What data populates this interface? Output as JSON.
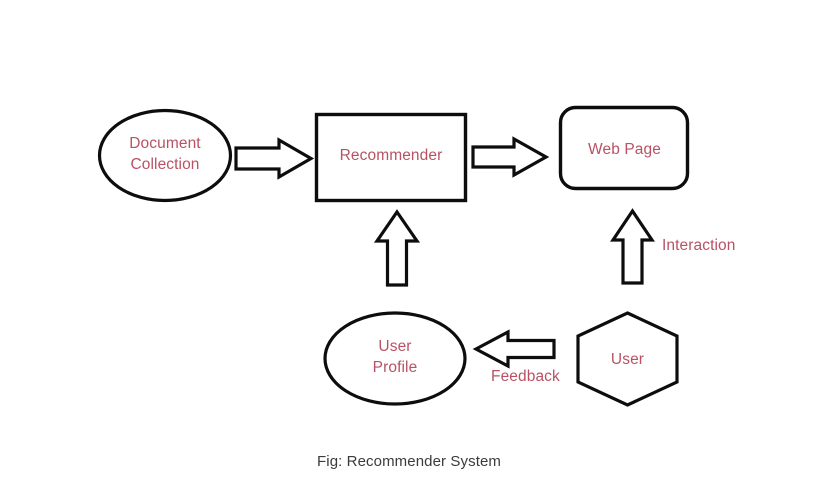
{
  "diagram": {
    "caption": "Fig: Recommender System",
    "text_color": "#b85264",
    "stroke_color": "#0d0d0d",
    "background_color": "#ffffff",
    "nodes": [
      {
        "id": "document-collection",
        "label": "Document\nCollection",
        "shape": "ellipse"
      },
      {
        "id": "recommender",
        "label": "Recommender",
        "shape": "rectangle"
      },
      {
        "id": "web-page",
        "label": "Web Page",
        "shape": "rounded-rectangle"
      },
      {
        "id": "user-profile",
        "label": "User\nProfile",
        "shape": "ellipse"
      },
      {
        "id": "user",
        "label": "User",
        "shape": "hexagon"
      }
    ],
    "edges": [
      {
        "id": "docs-to-recommender",
        "from": "document-collection",
        "to": "recommender",
        "label": "",
        "direction": "right"
      },
      {
        "id": "recommender-to-webpage",
        "from": "recommender",
        "to": "web-page",
        "label": "",
        "direction": "right"
      },
      {
        "id": "user-to-webpage",
        "from": "user",
        "to": "web-page",
        "label": "Interaction",
        "direction": "up"
      },
      {
        "id": "user-to-userprofile",
        "from": "user",
        "to": "user-profile",
        "label": "Feedback",
        "direction": "left"
      },
      {
        "id": "userprofile-to-recommender",
        "from": "user-profile",
        "to": "recommender",
        "label": "",
        "direction": "up"
      }
    ]
  }
}
